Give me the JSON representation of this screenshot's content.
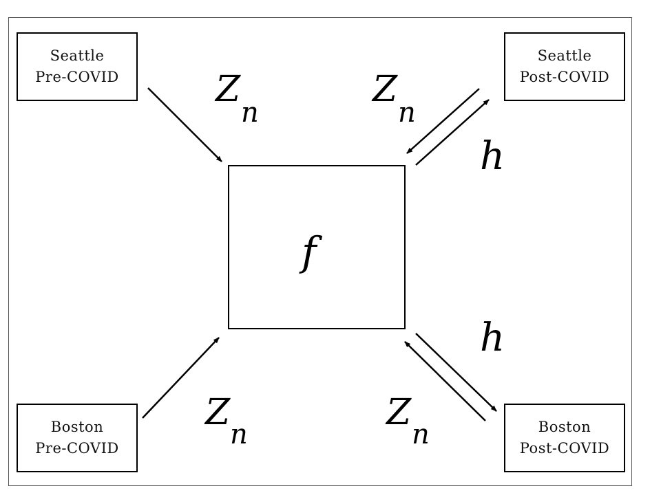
{
  "diagram": {
    "nodes": {
      "seattle_pre": {
        "line1": "Seattle",
        "line2": "Pre-COVID"
      },
      "seattle_post": {
        "line1": "Seattle",
        "line2": "Post-COVID"
      },
      "boston_pre": {
        "line1": "Boston",
        "line2": "Pre-COVID"
      },
      "boston_post": {
        "line1": "Boston",
        "line2": "Post-COVID"
      },
      "center": {
        "symbol": "f"
      }
    },
    "edge_labels": {
      "top_left": {
        "main": "Z",
        "sub": "n"
      },
      "top_right": {
        "main": "Z",
        "sub": "n"
      },
      "bottom_left": {
        "main": "Z",
        "sub": "n"
      },
      "bottom_right": {
        "main": "Z",
        "sub": "n"
      },
      "right_upper": "h",
      "right_lower": "h"
    },
    "colors": {
      "stroke": "#000000",
      "background": "#ffffff"
    }
  }
}
